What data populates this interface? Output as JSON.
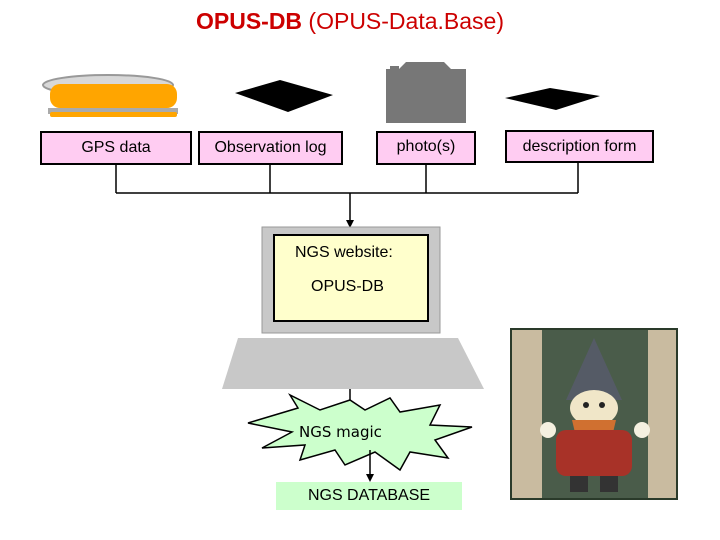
{
  "title": {
    "part1": "OPUS-DB",
    "part2": " (OPUS-Data.Base)"
  },
  "sources": [
    {
      "label": "GPS data",
      "icon": "gps-antenna-icon"
    },
    {
      "label": "Observation log",
      "icon": "notebook-icon"
    },
    {
      "label": "photo(s)",
      "icon": "camera-icon"
    },
    {
      "label": "description form",
      "icon": "document-icon"
    }
  ],
  "website": {
    "line1": "NGS website:",
    "line2": "OPUS-DB"
  },
  "magic": "NGS magic",
  "database": "NGS DATABASE",
  "colors": {
    "title": "#cc0000",
    "source_box": "#ffccf2",
    "screen": "#ffffcc",
    "database_box": "#ccffcc",
    "starburst": "#ccffcc",
    "antenna": "#ffa500"
  },
  "images": [
    {
      "icon": "gnome-photo"
    }
  ]
}
